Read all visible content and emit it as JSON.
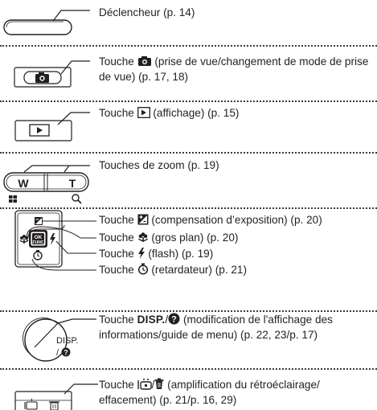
{
  "items": [
    {
      "text": "Déclencheur (p. 14)"
    },
    {
      "before": "Touche ",
      "icon": "camera-icon",
      "after": " (prise de vue/changement de mode de prise de vue) (p. 17, 18)"
    },
    {
      "before": "Touche ",
      "icon": "playback-icon",
      "after": " (affichage) (p. 15)"
    },
    {
      "text": "Touches de zoom (p. 19)",
      "labels": {
        "w": "W",
        "t": "T"
      },
      "icons": [
        "wide-grid-icon",
        "magnifier-icon"
      ]
    },
    {
      "pad_label_ok": "OK",
      "pad_label_func": "FUNC",
      "lines": [
        {
          "before": "Touche ",
          "icon": "exposure-compensation-icon",
          "after": " (compensation d’exposition) (p. 20)"
        },
        {
          "before": "Touche ",
          "icon": "macro-flower-icon",
          "after": " (gros plan) (p. 20)"
        },
        {
          "before": "Touche ",
          "icon": "flash-icon",
          "after": " (flash) (p. 19)"
        },
        {
          "before": "Touche ",
          "icon": "self-timer-icon",
          "after": " (retardateur) (p. 21)"
        }
      ]
    },
    {
      "before": "Touche ",
      "bold": "DISP.",
      "slash": "/",
      "icon": "help-menu-icon",
      "after": " (modification de l'affichage des informations/guide de menu) (p. 22, 23/p. 17)",
      "disp_label": "DISP.",
      "disp_sub": "/"
    },
    {
      "before": "Touche ",
      "icon": "backlight-icon",
      "slash": "/",
      "icon2": "trash-icon",
      "after": " (amplification du rétroéclairage/ effacement) (p. 21/p. 16, 29)"
    }
  ]
}
